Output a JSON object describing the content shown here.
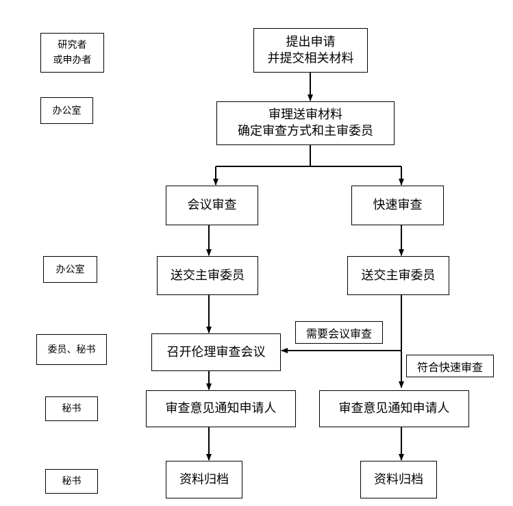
{
  "roles": {
    "r1_line1": "研究者",
    "r1_line2": "或申办者",
    "r2": "办公室",
    "r3": "办公室",
    "r4": "委员、秘书",
    "r5": "秘书",
    "r6": "秘书"
  },
  "steps": {
    "submit_line1": "提出申请",
    "submit_line2": "并提交相关材料",
    "office_line1": "审理送审材料",
    "office_line2": "确定审查方式和主审委员",
    "meeting_review": "会议审查",
    "fast_review": "快速审查",
    "send_left": "送交主审委员",
    "send_right": "送交主审委员",
    "convene": "召开伦理审查会议",
    "notify_left": "审查意见通知申请人",
    "notify_right": "审查意见通知申请人",
    "archive_left": "资料归档",
    "archive_right": "资料归档"
  },
  "notes": {
    "need_meeting": "需要会议审查",
    "fit_fast": "符合快速审查"
  }
}
